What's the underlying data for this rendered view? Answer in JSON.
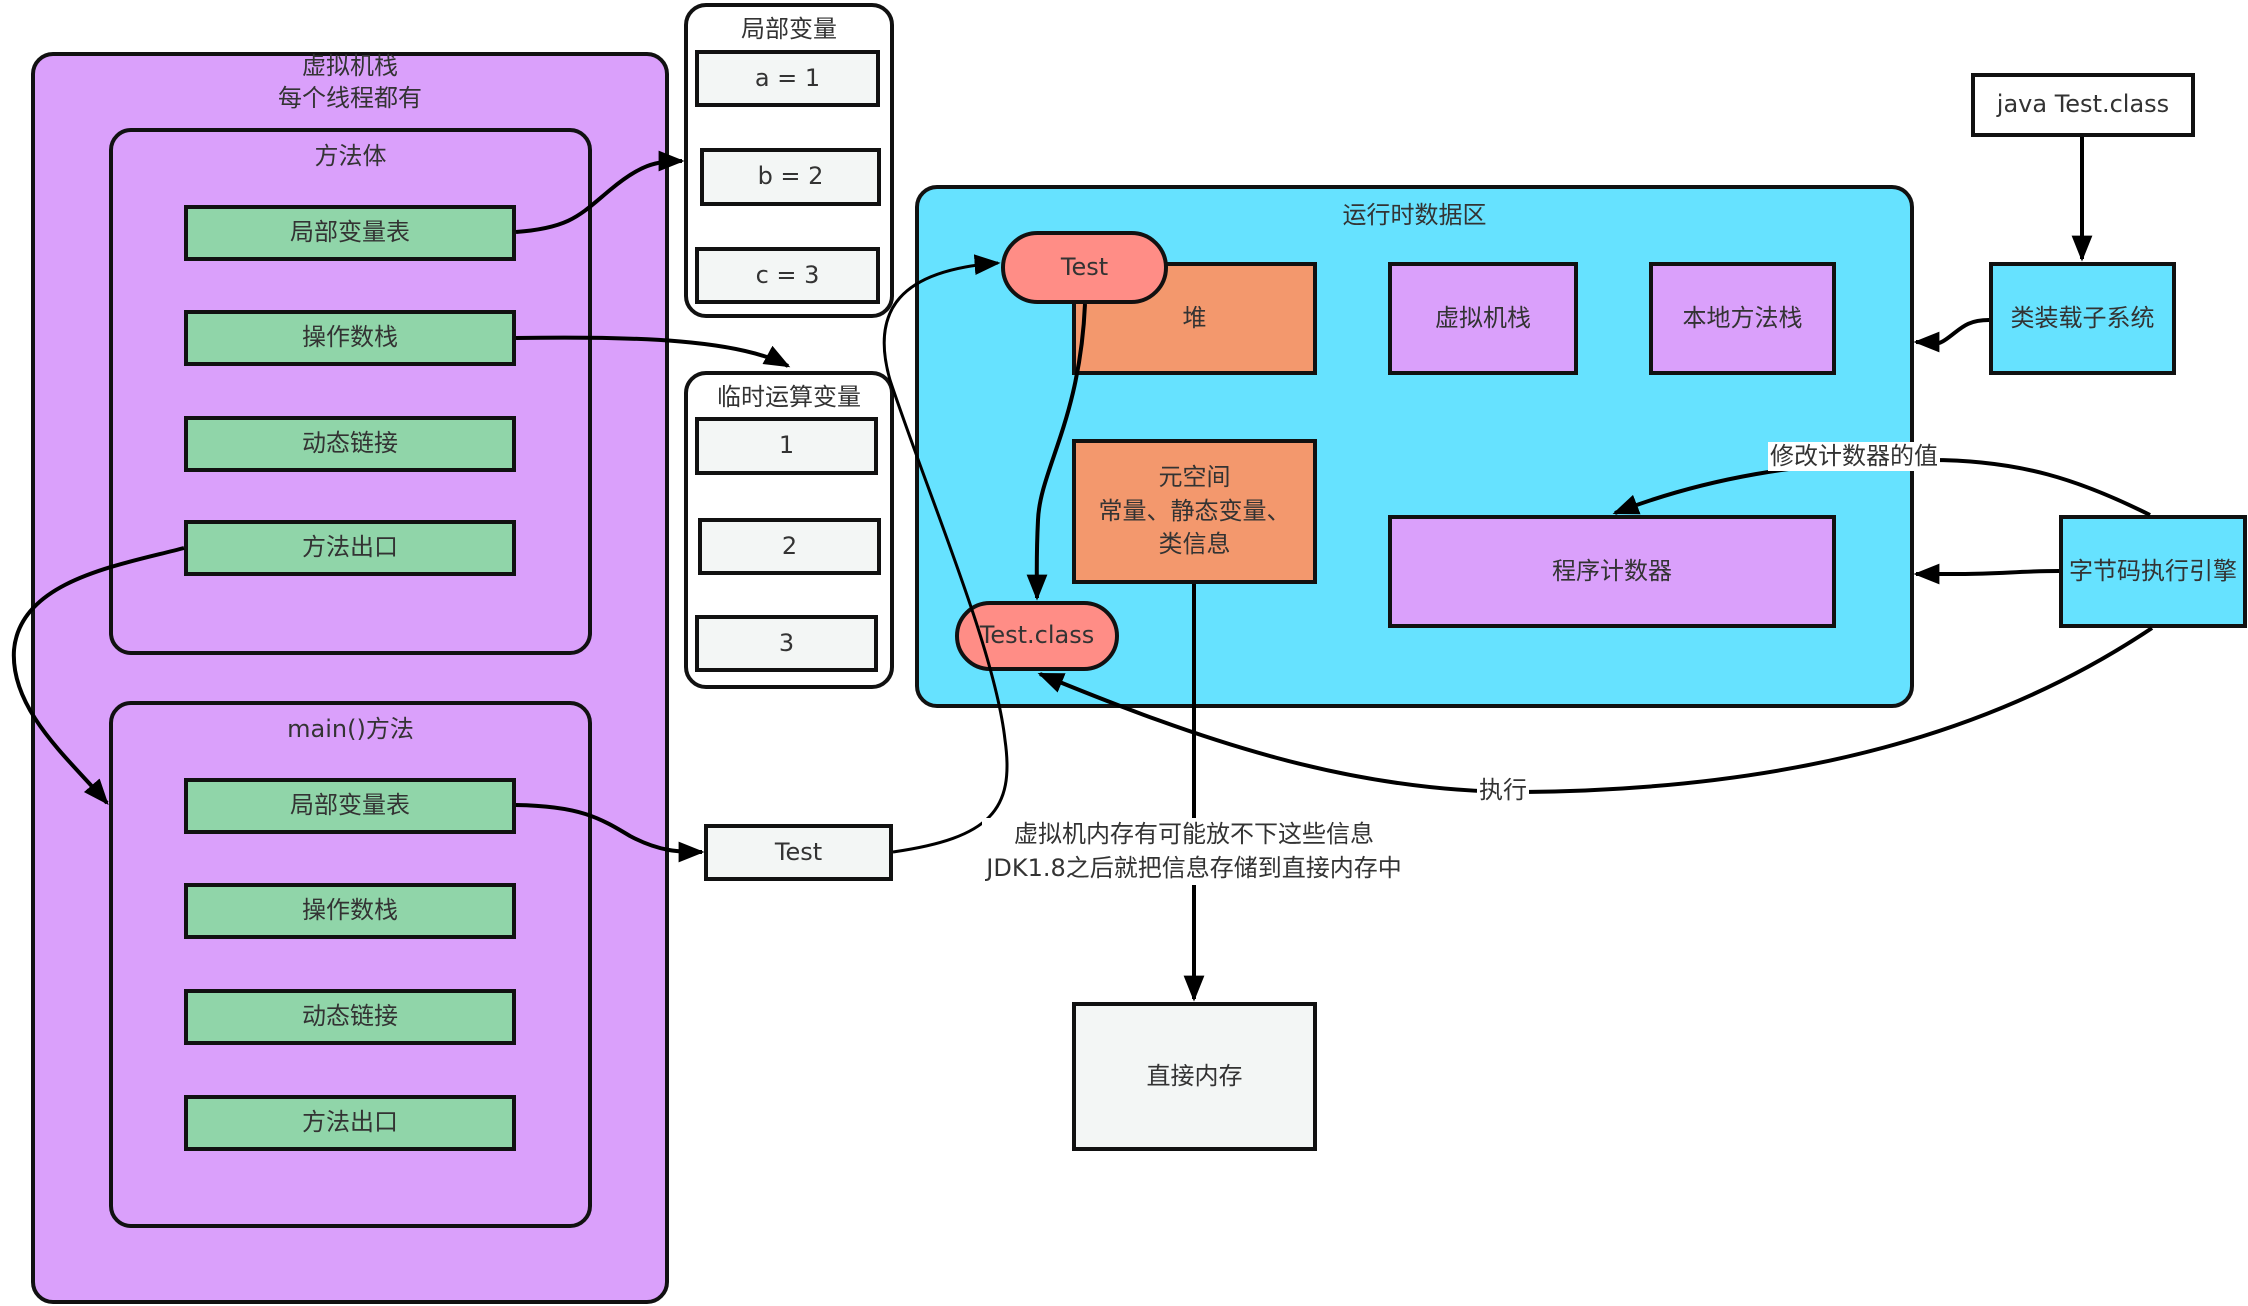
{
  "colors": {
    "vm_stack": "#DAA0FB",
    "stack_frame_item": "#90D5A9",
    "runtime_area": "#66E2FF",
    "heap": "#F3986D",
    "object": "#FF8D86",
    "value_box": "#F3F6F5"
  },
  "vm_stack": {
    "title_line1": "虚拟机栈",
    "title_line2": "每个线程都有",
    "method_frame": {
      "title": "方法体",
      "items": [
        "局部变量表",
        "操作数栈",
        "动态链接",
        "方法出口"
      ]
    },
    "main_frame": {
      "title": "main()方法",
      "items": [
        "局部变量表",
        "操作数栈",
        "动态链接",
        "方法出口"
      ]
    }
  },
  "local_vars": {
    "title": "局部变量",
    "items": [
      "a = 1",
      "b = 2",
      "c = 3"
    ]
  },
  "operand_vars": {
    "title": "临时运算变量",
    "items": [
      "1",
      "2",
      "3"
    ]
  },
  "test_ref": "Test",
  "runtime": {
    "title": "运行时数据区",
    "test_object": "Test",
    "heap": "堆",
    "vm_stack": "虚拟机栈",
    "native_stack": "本地方法栈",
    "metaspace_line1": "元空间",
    "metaspace_line2": "常量、静态变量、",
    "metaspace_line3": "类信息",
    "program_counter": "程序计数器",
    "test_class": "Test.class"
  },
  "java_cmd": "java Test.class",
  "class_loader": "类装载子系统",
  "exec_engine": "字节码执行引擎",
  "direct_memory": "直接内存",
  "labels": {
    "modify_counter": "修改计数器的值",
    "execute": "执行",
    "note_line1": "虚拟机内存有可能放不下这些信息",
    "note_line2": "JDK1.8之后就把信息存储到直接内存中"
  }
}
